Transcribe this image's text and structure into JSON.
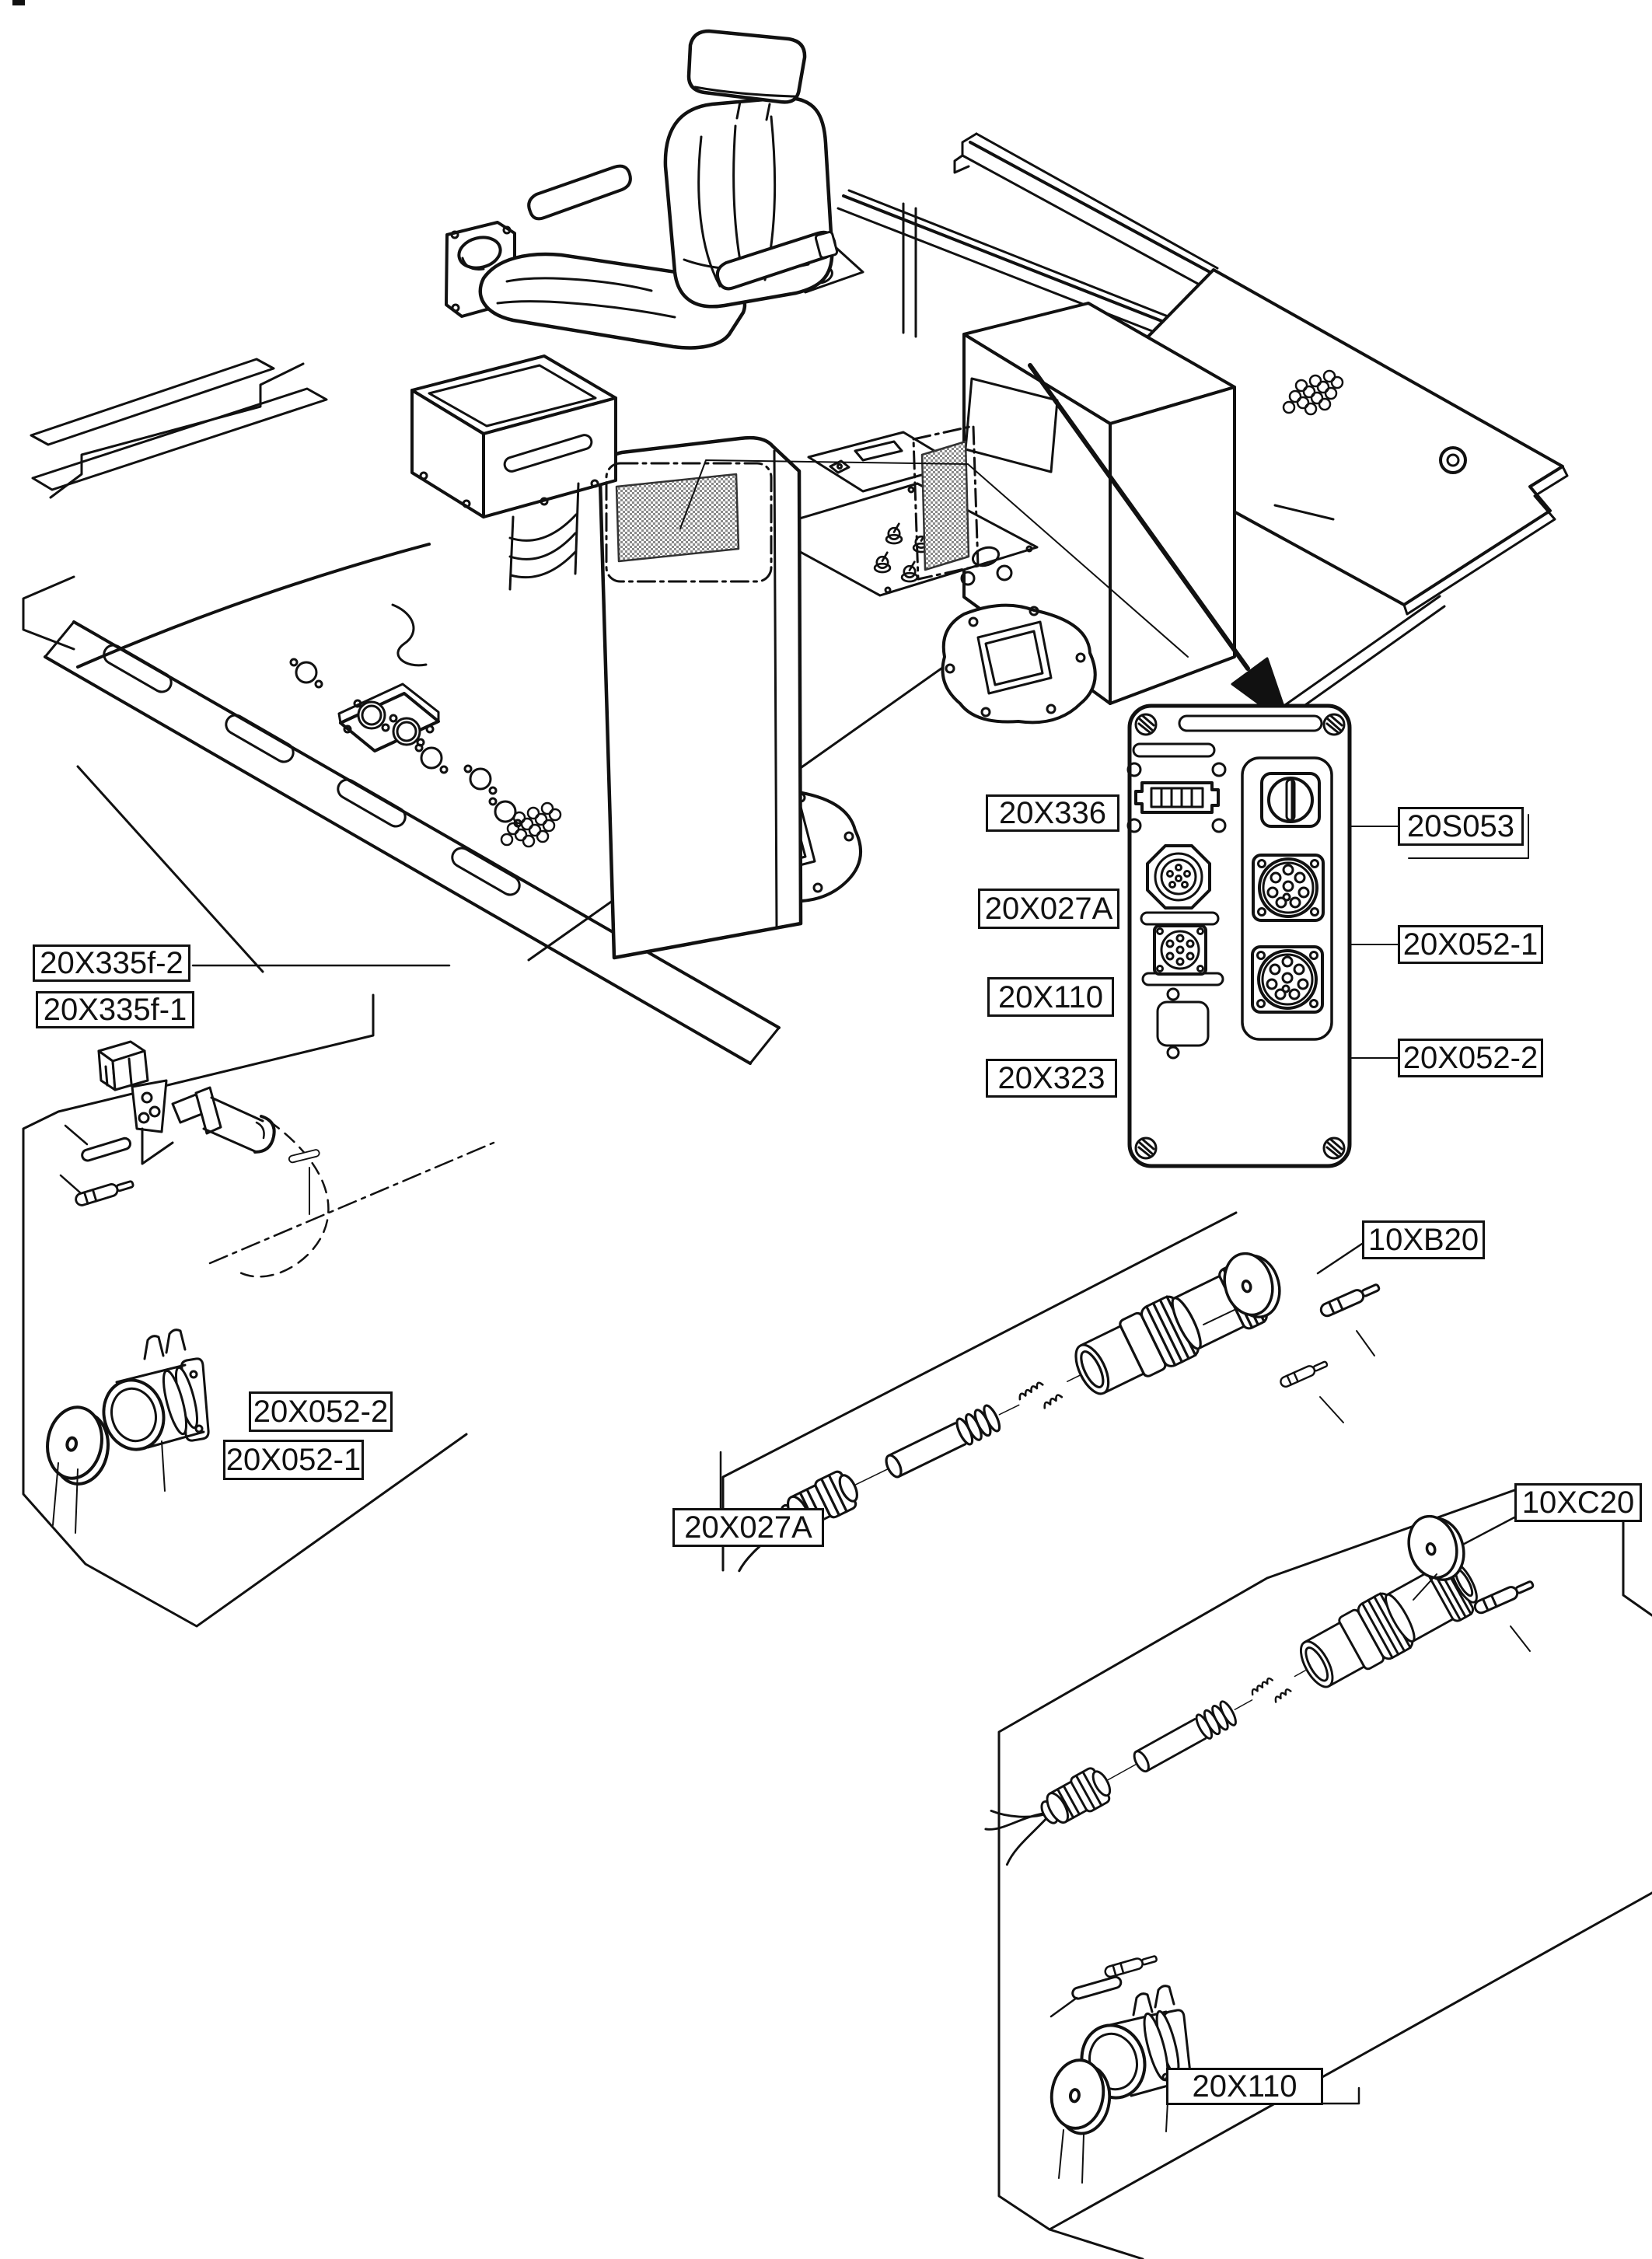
{
  "document": {
    "kind": "exploded parts diagram of operator seat console and electrical connectors"
  },
  "labels": {
    "x336": "20X336",
    "s053": "20S053",
    "x027a_panel": "20X027A",
    "x052_1_panel": "20X052-1",
    "x110_panel": "20X110",
    "x052_2_panel": "20X052-2",
    "x323": "20X323",
    "x335f_2": "20X335f-2",
    "x335f_1": "20X335f-1",
    "x052_2_conn": "20X052-2",
    "x052_1_conn": "20X052-1",
    "xb20": "10XB20",
    "x027a_conn": "20X027A",
    "xc20": "10XC20",
    "x110_conn": "20X110"
  }
}
